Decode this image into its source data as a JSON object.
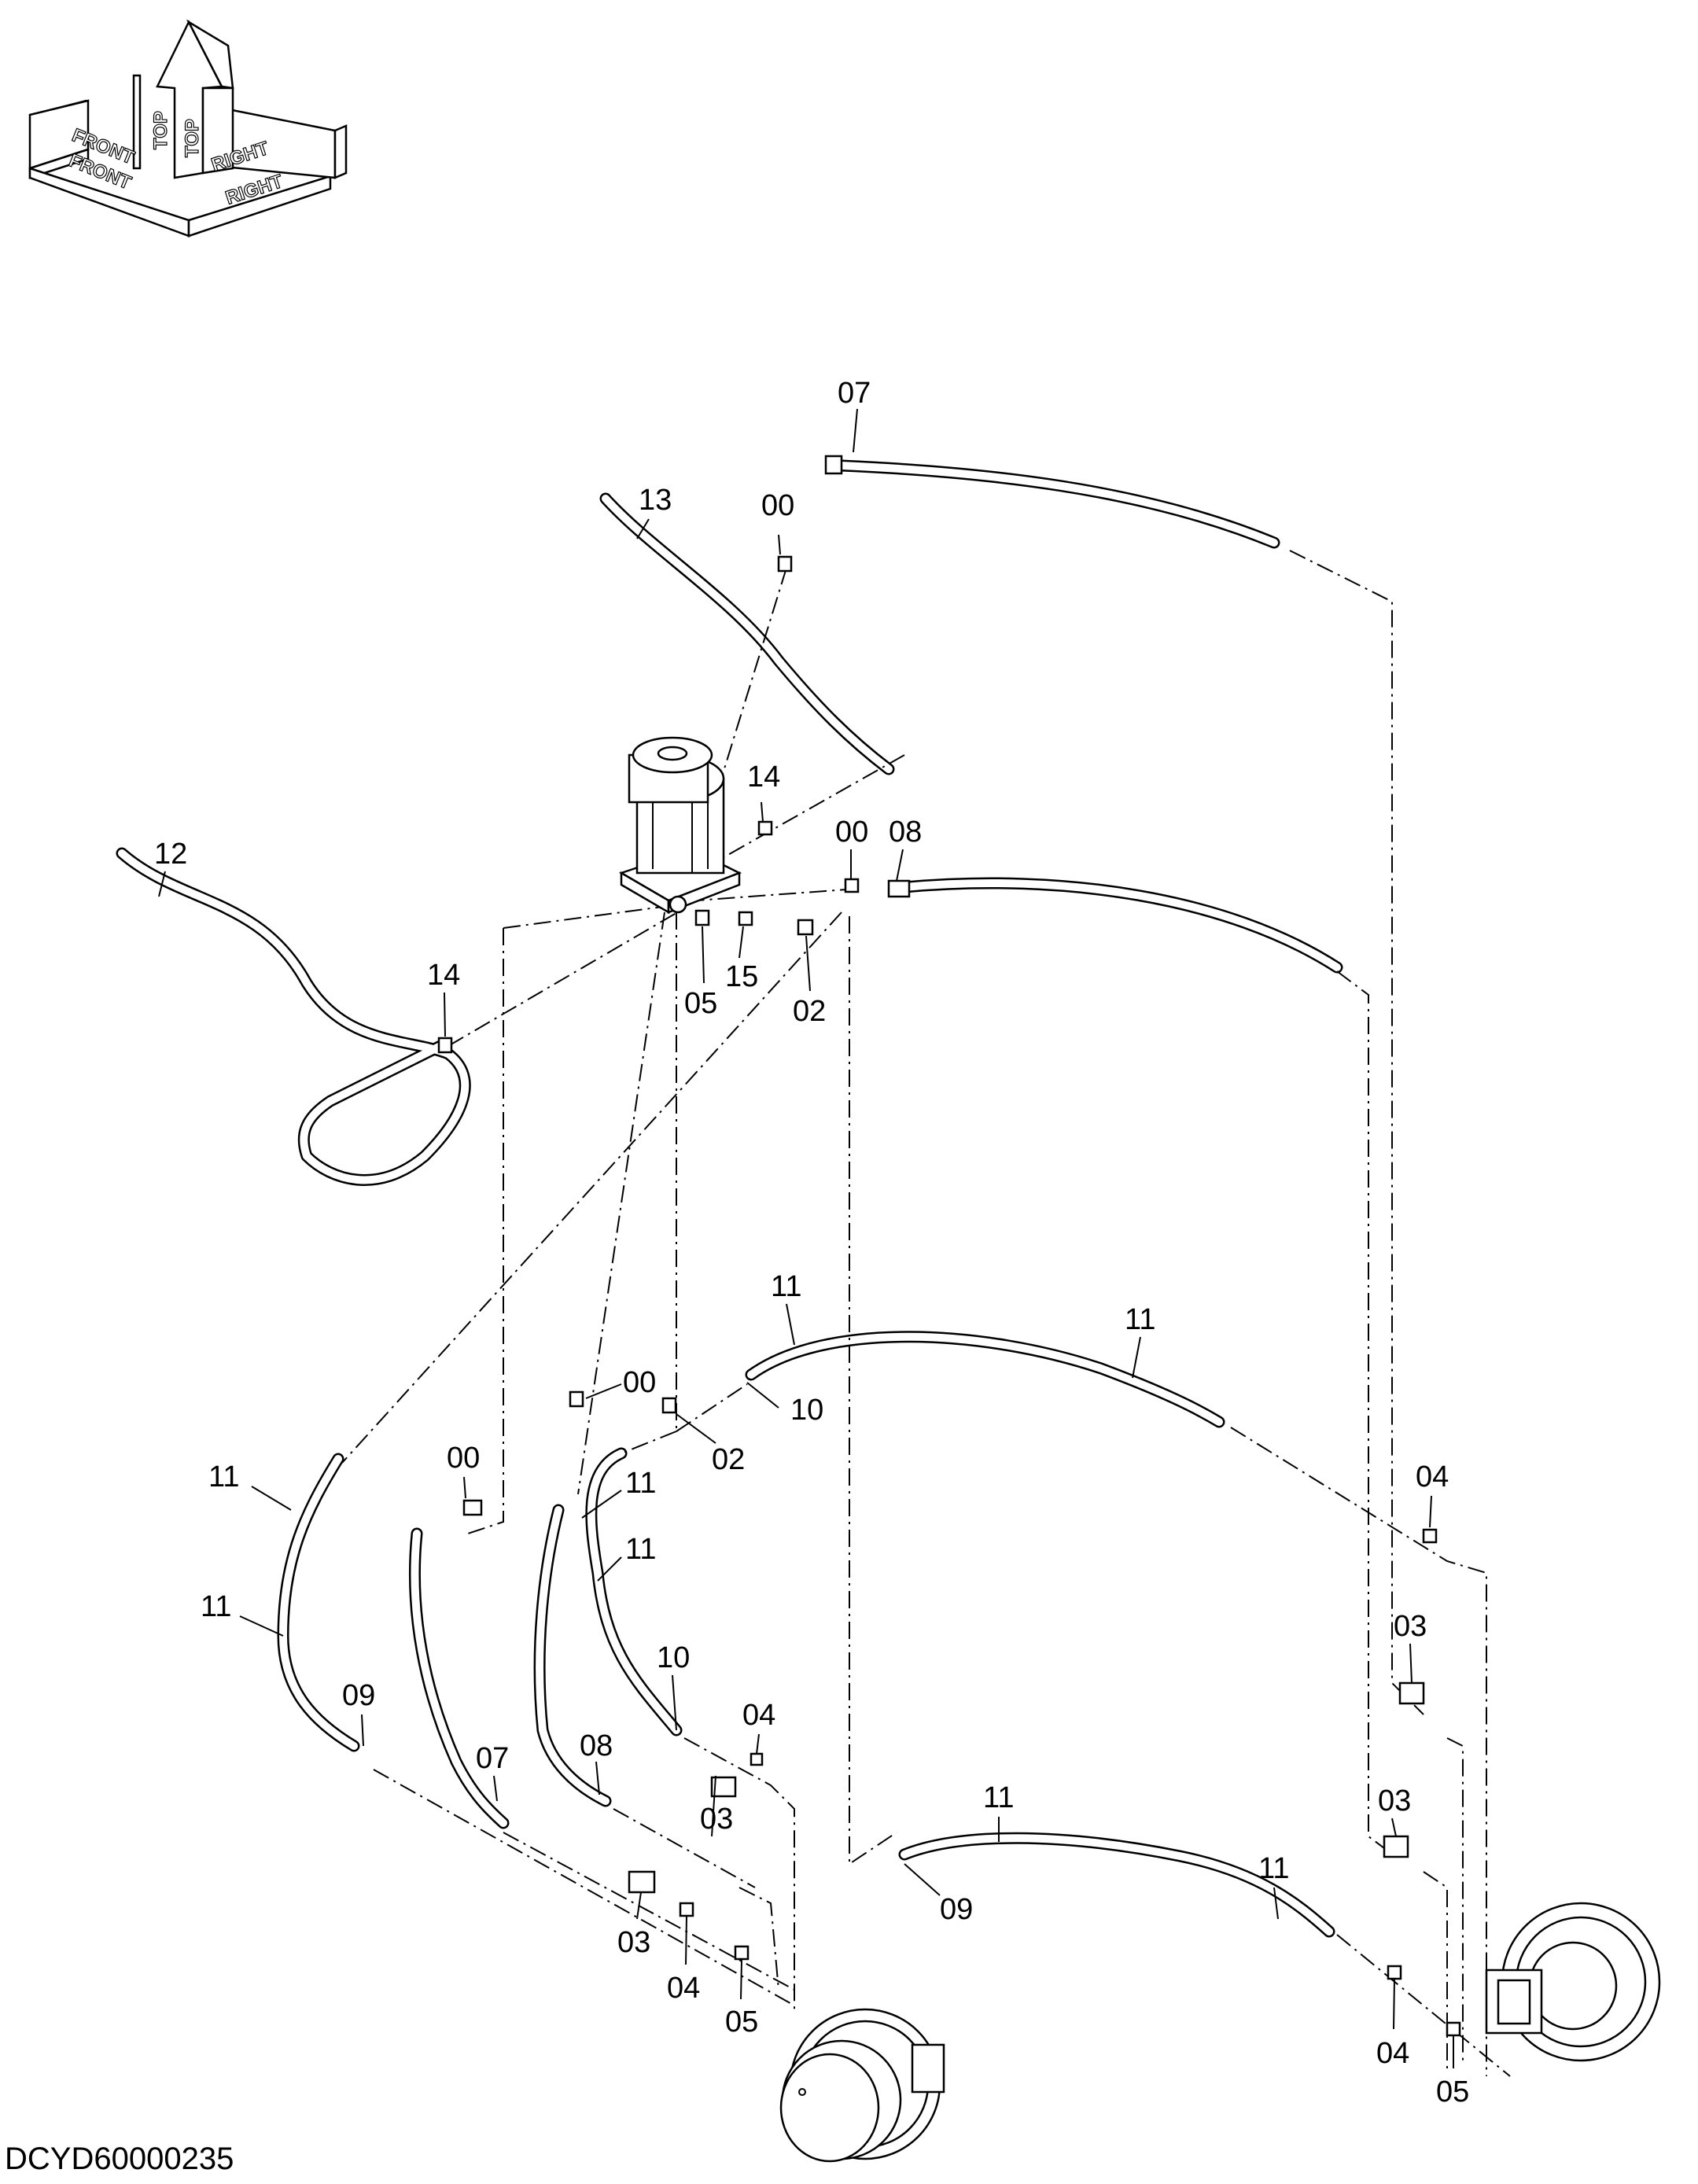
{
  "drawing_code": "DCYD60000235",
  "orientation": {
    "top_1": "TOP",
    "top_2": "TOP",
    "front_1": "FRONT",
    "front_2": "FRONT",
    "right_1": "RIGHT",
    "right_2": "RIGHT"
  },
  "callouts": [
    {
      "id": "c07_top",
      "text": "07"
    },
    {
      "id": "c13",
      "text": "13"
    },
    {
      "id": "c00_top",
      "text": "00"
    },
    {
      "id": "c14_upper",
      "text": "14"
    },
    {
      "id": "c00_mid",
      "text": "00"
    },
    {
      "id": "c08_mid",
      "text": "08"
    },
    {
      "id": "c12",
      "text": "12"
    },
    {
      "id": "c14_left",
      "text": "14"
    },
    {
      "id": "c05_pump",
      "text": "05"
    },
    {
      "id": "c15",
      "text": "15"
    },
    {
      "id": "c02_pump",
      "text": "02"
    },
    {
      "id": "c11_a",
      "text": "11"
    },
    {
      "id": "c11_b",
      "text": "11"
    },
    {
      "id": "c00_low",
      "text": "00"
    },
    {
      "id": "c10_a",
      "text": "10"
    },
    {
      "id": "c02_low",
      "text": "02"
    },
    {
      "id": "c04_right",
      "text": "04"
    },
    {
      "id": "c11_c",
      "text": "11"
    },
    {
      "id": "c00_left",
      "text": "00"
    },
    {
      "id": "c11_d",
      "text": "11"
    },
    {
      "id": "c11_e",
      "text": "11"
    },
    {
      "id": "c11_f",
      "text": "11"
    },
    {
      "id": "c03_right_a",
      "text": "03"
    },
    {
      "id": "c10_b",
      "text": "10"
    },
    {
      "id": "c09_left",
      "text": "09"
    },
    {
      "id": "c04_mid",
      "text": "04"
    },
    {
      "id": "c07_low",
      "text": "07"
    },
    {
      "id": "c08_low",
      "text": "08"
    },
    {
      "id": "c11_g",
      "text": "11"
    },
    {
      "id": "c03_mid",
      "text": "03"
    },
    {
      "id": "c03_right_b",
      "text": "03"
    },
    {
      "id": "c11_h",
      "text": "11"
    },
    {
      "id": "c09_mid",
      "text": "09"
    },
    {
      "id": "c03_low",
      "text": "03"
    },
    {
      "id": "c04_low",
      "text": "04"
    },
    {
      "id": "c05_low",
      "text": "05"
    },
    {
      "id": "c04_right_low",
      "text": "04"
    },
    {
      "id": "c05_right_low",
      "text": "05"
    }
  ]
}
